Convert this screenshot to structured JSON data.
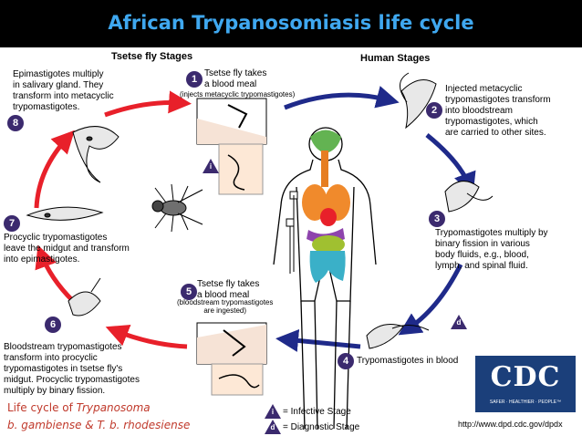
{
  "title": "African Trypanosomiasis life cycle",
  "headers": {
    "tsetse": "Tsetse fly Stages",
    "human": "Human Stages"
  },
  "steps": [
    {
      "n": "1",
      "main": "Tsetse fly takes\na blood meal",
      "sub": "(injects metacyclic trypomastigotes)"
    },
    {
      "n": "2",
      "main": "Injected metacyclic\ntrypomastigotes transform\ninto bloodstream\ntrypomastigotes, which\nare carried to other sites."
    },
    {
      "n": "3",
      "main": "Trypomastigotes multiply by\nbinary fission in various\nbody fluids, e.g., blood,\nlymph, and spinal fluid."
    },
    {
      "n": "4",
      "main": "Trypomastigotes in blood"
    },
    {
      "n": "5",
      "main": "Tsetse fly takes\na blood meal",
      "sub": "(bloodstream trypomastigotes\nare ingested)"
    },
    {
      "n": "6",
      "main": "Bloodstream trypomastigotes\ntransform into procyclic\ntrypomastigotes in tsetse fly's\nmidgut. Procyclic trypomastigotes\nmultiply by binary fission."
    },
    {
      "n": "7",
      "main": "Procyclic trypomastigotes\nleave the midgut and transform\ninto epimastigotes."
    },
    {
      "n": "8",
      "main": "Epimastigotes multiply\nin salivary gland. They\ntransform into metacyclic\ntrypomastigotes."
    }
  ],
  "legend": {
    "infective_symbol": "i",
    "infective": "= Infective Stage",
    "diagnostic_symbol": "d",
    "diagnostic": "= Diagnostic Stage"
  },
  "credit": {
    "line1_prefix": "Life cycle of ",
    "line1_italic": "Trypanosoma",
    "line2": "b. gambiense & T. b. rhodesiense"
  },
  "logo": {
    "text": "CDC",
    "tagline": "SAFER · HEALTHIER · PEOPLE™"
  },
  "url": "http://www.dpd.cdc.gov/dpdx",
  "colors": {
    "title": "#3fa8f0",
    "tsetse_arrow": "#e8202a",
    "human_arrow": "#1f2a8a",
    "badge": "#3b2a6e",
    "credit": "#c0392b",
    "logo_bg": "#1b3f7a"
  }
}
